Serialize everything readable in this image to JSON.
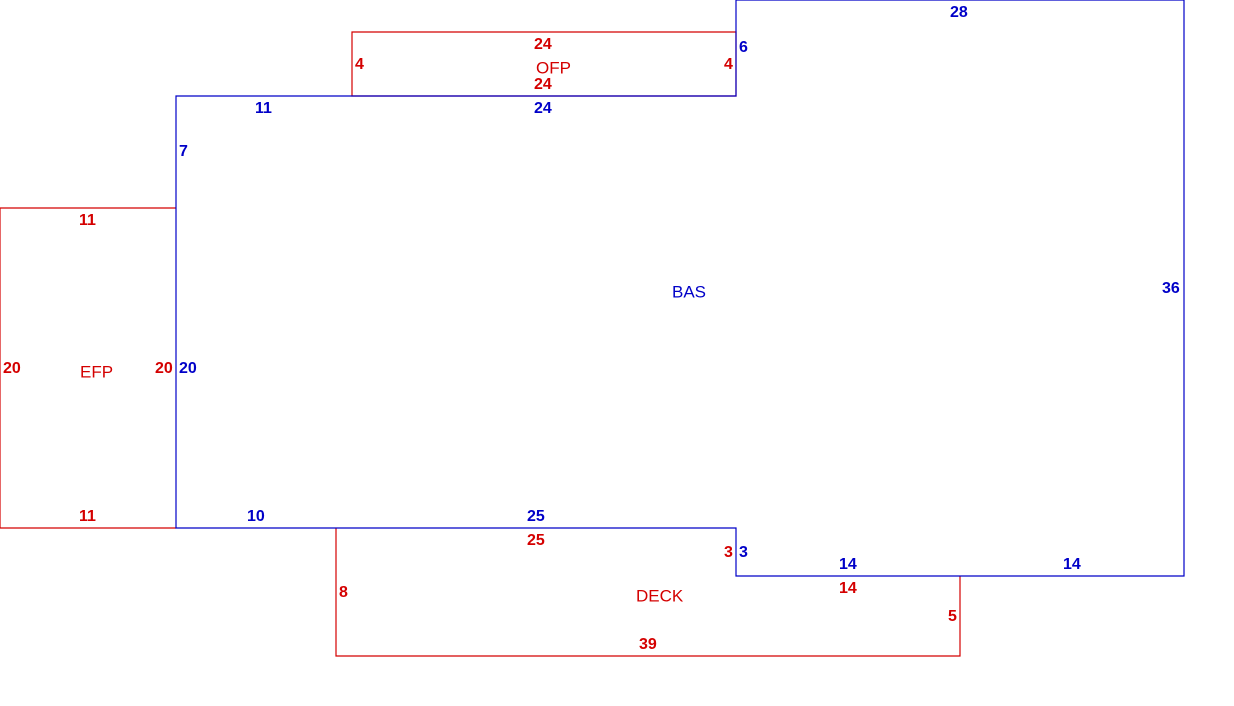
{
  "colors": {
    "deck_porch_outline": "#d40000",
    "base_area_outline": "#0000c8"
  },
  "areas": {
    "bas": {
      "name": "BAS",
      "dims": {
        "top_main": "28",
        "right": "36",
        "step_right": "6",
        "top_left": "11",
        "top_mid": "24",
        "left_upper": "7",
        "left_lower": "20",
        "bottom_left": "10",
        "bottom_mid": "25",
        "bottom_step": "3",
        "bottom_right_a": "14",
        "bottom_right_b": "14"
      }
    },
    "ofp": {
      "name": "OFP",
      "dims": {
        "top": "24",
        "bottom": "24",
        "left": "4",
        "right": "4"
      }
    },
    "efp": {
      "name": "EFP",
      "dims": {
        "top": "11",
        "bottom": "11",
        "left": "20",
        "right": "20"
      }
    },
    "deck": {
      "name": "DECK",
      "dims": {
        "top": "25",
        "left": "8",
        "bottom": "39",
        "right": "5",
        "top_right": "14",
        "step": "3"
      }
    }
  }
}
